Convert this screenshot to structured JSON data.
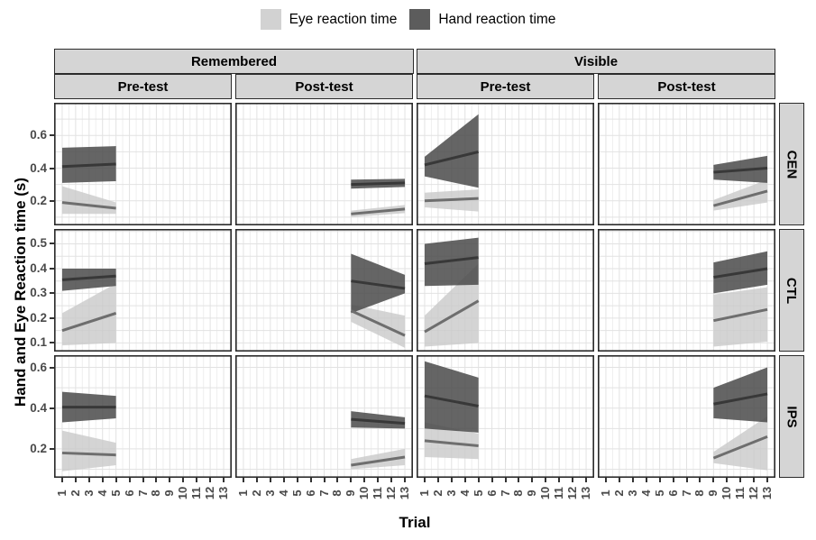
{
  "legend": {
    "items": [
      {
        "label": "Eye reaction time",
        "color": "#d2d2d2"
      },
      {
        "label": "Hand reaction time",
        "color": "#5c5c5c"
      }
    ]
  },
  "axes": {
    "y_title": "Hand and Eye Reaction time (s)",
    "x_title": "Trial"
  },
  "chart_data": {
    "type": "area",
    "title": "",
    "x_label": "Trial",
    "y_label": "Hand and Eye Reaction time (s)",
    "x_ticks": [
      1,
      2,
      3,
      4,
      5,
      6,
      7,
      8,
      9,
      10,
      11,
      12,
      13
    ],
    "x_domain": [
      0.4,
      13.6
    ],
    "col_groups": [
      "Remembered",
      "Visible"
    ],
    "col_facets": [
      "Pre-test",
      "Post-test",
      "Pre-test",
      "Post-test"
    ],
    "row_facets": [
      "CEN",
      "CTL",
      "IPS"
    ],
    "series_names": [
      "Eye reaction time",
      "Hand reaction time"
    ],
    "legend_position": "top",
    "grid": "on",
    "colors": {
      "eye_fill": "#c9c9c9",
      "eye_line": "#6e6e6e",
      "hand_fill": "#4a4a4a",
      "hand_line": "#383838",
      "grid_major": "#e2e2e2",
      "grid_minor": "#efefef",
      "panel_bg": "#ffffff",
      "strip_bg": "#d5d5d5",
      "panel_border": "#2b2b2b"
    },
    "rows": [
      {
        "facet": "CEN",
        "ymin": 0.05,
        "ymax": 0.8,
        "yticks": [
          0.2,
          0.4,
          0.6
        ],
        "ygrid": [
          0.1,
          0.2,
          0.3,
          0.4,
          0.5,
          0.6,
          0.7
        ],
        "panels": [
          {
            "group": "Remembered",
            "phase": "Pre-test",
            "x": [
              1,
              5
            ],
            "eye": {
              "line": [
                0.19,
                0.155
              ],
              "lower": [
                0.12,
                0.12
              ],
              "upper": [
                0.29,
                0.19
              ]
            },
            "hand": {
              "line": [
                0.41,
                0.425
              ],
              "lower": [
                0.31,
                0.32
              ],
              "upper": [
                0.525,
                0.535
              ]
            }
          },
          {
            "group": "Remembered",
            "phase": "Post-test",
            "x": [
              9,
              13
            ],
            "eye": {
              "line": [
                0.12,
                0.15
              ],
              "lower": [
                0.1,
                0.125
              ],
              "upper": [
                0.14,
                0.175
              ]
            },
            "hand": {
              "line": [
                0.3,
                0.31
              ],
              "lower": [
                0.275,
                0.285
              ],
              "upper": [
                0.33,
                0.335
              ]
            }
          },
          {
            "group": "Visible",
            "phase": "Pre-test",
            "x": [
              1,
              5
            ],
            "eye": {
              "line": [
                0.2,
                0.215
              ],
              "lower": [
                0.16,
                0.135
              ],
              "upper": [
                0.25,
                0.27
              ]
            },
            "hand": {
              "line": [
                0.42,
                0.5
              ],
              "lower": [
                0.35,
                0.28
              ],
              "upper": [
                0.47,
                0.73
              ]
            }
          },
          {
            "group": "Visible",
            "phase": "Post-test",
            "x": [
              9,
              13
            ],
            "eye": {
              "line": [
                0.17,
                0.26
              ],
              "lower": [
                0.14,
                0.19
              ],
              "upper": [
                0.205,
                0.33
              ]
            },
            "hand": {
              "line": [
                0.375,
                0.4
              ],
              "lower": [
                0.33,
                0.31
              ],
              "upper": [
                0.42,
                0.475
              ]
            }
          }
        ]
      },
      {
        "facet": "CTL",
        "ymin": 0.065,
        "ymax": 0.56,
        "yticks": [
          0.1,
          0.2,
          0.3,
          0.4,
          0.5
        ],
        "ygrid": [
          0.1,
          0.15,
          0.2,
          0.25,
          0.3,
          0.35,
          0.4,
          0.45,
          0.5,
          0.55
        ],
        "panels": [
          {
            "group": "Remembered",
            "phase": "Pre-test",
            "x": [
              1,
              5
            ],
            "eye": {
              "line": [
                0.15,
                0.22
              ],
              "lower": [
                0.09,
                0.1
              ],
              "upper": [
                0.22,
                0.34
              ]
            },
            "hand": {
              "line": [
                0.355,
                0.37
              ],
              "lower": [
                0.31,
                0.33
              ],
              "upper": [
                0.4,
                0.4
              ]
            }
          },
          {
            "group": "Remembered",
            "phase": "Post-test",
            "x": [
              9,
              13
            ],
            "eye": {
              "line": [
                0.23,
                0.13
              ],
              "lower": [
                0.185,
                0.08
              ],
              "upper": [
                0.255,
                0.21
              ]
            },
            "hand": {
              "line": [
                0.35,
                0.32
              ],
              "lower": [
                0.22,
                0.3
              ],
              "upper": [
                0.46,
                0.375
              ]
            }
          },
          {
            "group": "Visible",
            "phase": "Pre-test",
            "x": [
              1,
              5
            ],
            "eye": {
              "line": [
                0.145,
                0.27
              ],
              "lower": [
                0.085,
                0.1
              ],
              "upper": [
                0.21,
                0.42
              ]
            },
            "hand": {
              "line": [
                0.42,
                0.445
              ],
              "lower": [
                0.33,
                0.335
              ],
              "upper": [
                0.5,
                0.525
              ]
            }
          },
          {
            "group": "Visible",
            "phase": "Post-test",
            "x": [
              9,
              13
            ],
            "eye": {
              "line": [
                0.19,
                0.235
              ],
              "lower": [
                0.085,
                0.105
              ],
              "upper": [
                0.295,
                0.325
              ]
            },
            "hand": {
              "line": [
                0.365,
                0.4
              ],
              "lower": [
                0.3,
                0.335
              ],
              "upper": [
                0.425,
                0.47
              ]
            }
          }
        ]
      },
      {
        "facet": "IPS",
        "ymin": 0.058,
        "ymax": 0.66,
        "yticks": [
          0.2,
          0.4,
          0.6
        ],
        "ygrid": [
          0.1,
          0.2,
          0.3,
          0.4,
          0.5,
          0.6
        ],
        "panels": [
          {
            "group": "Remembered",
            "phase": "Pre-test",
            "x": [
              1,
              5
            ],
            "eye": {
              "line": [
                0.18,
                0.17
              ],
              "lower": [
                0.09,
                0.12
              ],
              "upper": [
                0.29,
                0.23
              ]
            },
            "hand": {
              "line": [
                0.405,
                0.405
              ],
              "lower": [
                0.33,
                0.35
              ],
              "upper": [
                0.48,
                0.46
              ]
            }
          },
          {
            "group": "Remembered",
            "phase": "Post-test",
            "x": [
              9,
              13
            ],
            "eye": {
              "line": [
                0.12,
                0.16
              ],
              "lower": [
                0.1,
                0.12
              ],
              "upper": [
                0.15,
                0.2
              ]
            },
            "hand": {
              "line": [
                0.345,
                0.325
              ],
              "lower": [
                0.305,
                0.3
              ],
              "upper": [
                0.385,
                0.355
              ]
            }
          },
          {
            "group": "Visible",
            "phase": "Pre-test",
            "x": [
              1,
              5
            ],
            "eye": {
              "line": [
                0.24,
                0.215
              ],
              "lower": [
                0.16,
                0.15
              ],
              "upper": [
                0.33,
                0.275
              ]
            },
            "hand": {
              "line": [
                0.46,
                0.41
              ],
              "lower": [
                0.3,
                0.28
              ],
              "upper": [
                0.63,
                0.55
              ]
            }
          },
          {
            "group": "Visible",
            "phase": "Post-test",
            "x": [
              9,
              13
            ],
            "eye": {
              "line": [
                0.155,
                0.26
              ],
              "lower": [
                0.13,
                0.095
              ],
              "upper": [
                0.185,
                0.36
              ]
            },
            "hand": {
              "line": [
                0.42,
                0.47
              ],
              "lower": [
                0.35,
                0.33
              ],
              "upper": [
                0.5,
                0.6
              ]
            }
          }
        ]
      }
    ]
  }
}
